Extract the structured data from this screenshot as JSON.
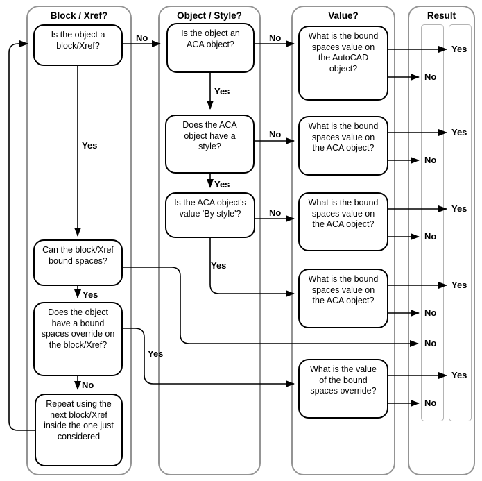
{
  "colors": {
    "background": "#ffffff",
    "line": "#000000",
    "column_frame": "#949494",
    "result_slot_frame": "#b4b4b4",
    "text": "#000000"
  },
  "columns": [
    {
      "header": "Block / Xref?"
    },
    {
      "header": "Object / Style?"
    },
    {
      "header": "Value?"
    },
    {
      "header": "Result"
    }
  ],
  "nodes": {
    "is_block_xref": {
      "text": "Is the object a\nblock/Xref?"
    },
    "can_bind": {
      "text": "Can the block/Xref\nbound spaces?"
    },
    "has_override": {
      "text": "Does the object\nhave a bound\nspaces override on\nthe block/Xref?"
    },
    "repeat": {
      "text": "Repeat using the\nnext block/Xref\ninside the one just\nconsidered"
    },
    "is_aca_object": {
      "text": "Is the object an\nACA object?"
    },
    "has_style": {
      "text": "Does the ACA\nobject have a\nstyle?"
    },
    "by_style": {
      "text": "Is the ACA object's\nvalue 'By style'?"
    },
    "value_autocad": {
      "text": "What is the bound\nspaces value on\nthe AutoCAD\nobject?"
    },
    "value_aca_1": {
      "text": "What is the bound\nspaces value on\nthe ACA object?"
    },
    "value_aca_2": {
      "text": "What is the bound\nspaces value on\nthe ACA object?"
    },
    "value_aca_3": {
      "text": "What is the bound\nspaces value on\nthe ACA object?"
    },
    "value_override": {
      "text": "What is the value\nof the bound\nspaces override?"
    }
  },
  "edge_labels": {
    "block_no": "No",
    "block_yes": "Yes",
    "aca_no": "No",
    "aca_yes": "Yes",
    "style_no": "No",
    "style_yes": "Yes",
    "bystyle_no": "No",
    "bystyle_yes": "Yes",
    "canbind_yes": "Yes",
    "override_yes": "Yes",
    "override_no": "No"
  },
  "results": [
    {
      "label": "Yes"
    },
    {
      "label": "No"
    },
    {
      "label": "Yes"
    },
    {
      "label": "No"
    },
    {
      "label": "Yes"
    },
    {
      "label": "No"
    },
    {
      "label": "Yes"
    },
    {
      "label": "No"
    },
    {
      "label": "No"
    },
    {
      "label": "Yes"
    },
    {
      "label": "No"
    }
  ]
}
